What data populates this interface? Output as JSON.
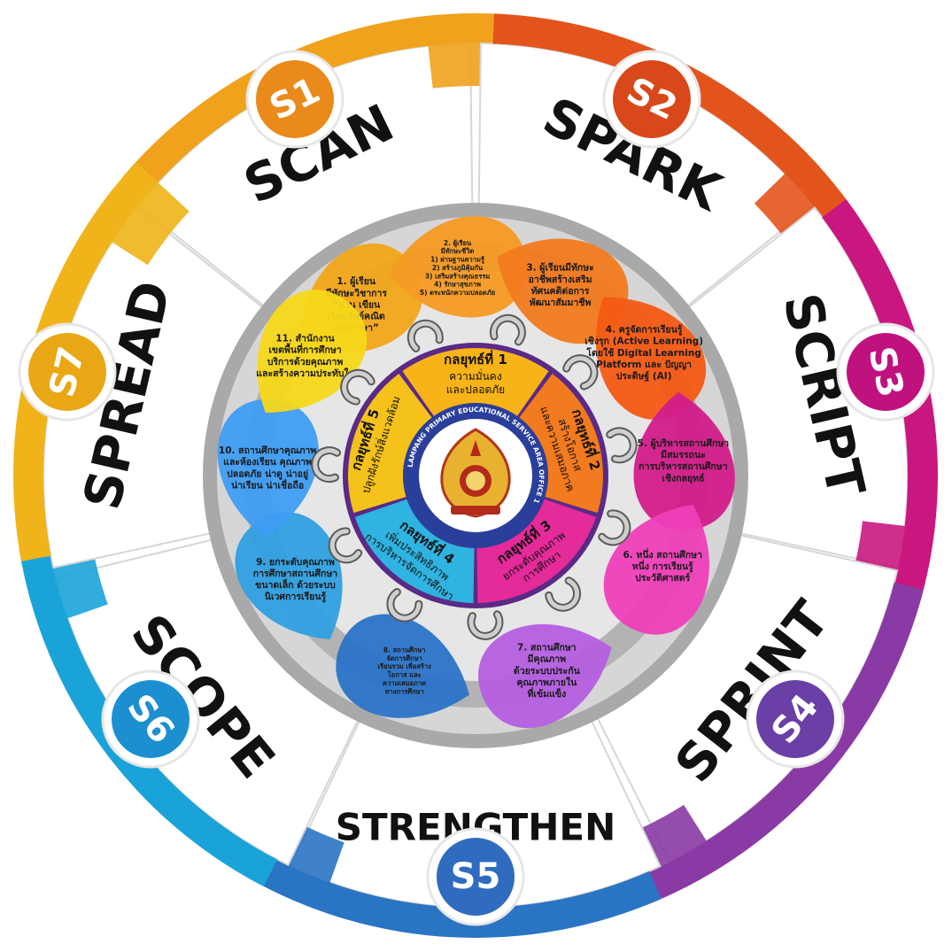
{
  "stages": [
    {
      "code": "S1",
      "word": "SCAN",
      "color": "#f0a21c",
      "badge": "#ea8a1a"
    },
    {
      "code": "S2",
      "word": "SPARK",
      "color": "#e3541c",
      "badge": "#d9481a"
    },
    {
      "code": "S3",
      "word": "SCRIPT",
      "color": "#c9177f",
      "badge": "#c0127e"
    },
    {
      "code": "S4",
      "word": "SPRINT",
      "color": "#8a3aa4",
      "badge": "#6a3fa6"
    },
    {
      "code": "S5",
      "word": "STRENGTHEN",
      "color": "#2a74c4",
      "badge": "#2f6bbf"
    },
    {
      "code": "S6",
      "word": "SCOPE",
      "color": "#1aa3d9",
      "badge": "#1b8fd0"
    },
    {
      "code": "S7",
      "word": "SPREAD",
      "color": "#f0b41a",
      "badge": "#e9a716"
    }
  ],
  "strategies": [
    {
      "title": "กลยุทธ์ที่ 1",
      "sub": [
        "ความมั่นคง",
        "และปลอดภัย"
      ],
      "color": "#f7b317"
    },
    {
      "title": "กลยุทธ์ที่ 2",
      "sub": [
        "สร้างโอกาส",
        "และความเสมอภาค"
      ],
      "color": "#f27a1f"
    },
    {
      "title": "กลยุทธ์ที่ 3",
      "sub": [
        "ยกระดับคุณภาพ",
        "การศึกษา"
      ],
      "color": "#e52a9a"
    },
    {
      "title": "กลยุทธ์ที่ 4",
      "sub": [
        "เพิ่มประสิทธิภาพ",
        "การบริหารจัดการศึกษา"
      ],
      "color": "#2fb3e0"
    },
    {
      "title": "กลยุทธ์ที่ 5",
      "sub": [
        "ปลูกฝังรักษ์สิ่งแวดล้อม"
      ],
      "color": "#f5c21c"
    }
  ],
  "ring_text": "LAMPANG PRIMARY EDUCATIONAL SERVICE AREA OFFICE 1",
  "goals": [
    {
      "lines": [
        "1.  ผู้เรียน",
        "มีทักษะวิชาการ",
        "“อ่าน เขียน",
        "เรียนวิทย์คณิต",
        "และภาษา”"
      ],
      "color": "#f2a71a"
    },
    {
      "lines": [
        "2. ผู้เรียน",
        "มีทักษะชีวิต",
        "1) ผ่านฐานความรู้",
        "2) สร้างภูมิคุ้มกัน",
        "3) เสริมสร้างคุณธรรม",
        "4) รักษาสุขภาพ",
        "5) ตระหนักความปลอดภัย"
      ],
      "color": "#f59a24"
    },
    {
      "lines": [
        "3.  ผู้เรียนมีทักษะ",
        "อาชีพสร้างเสริม",
        "ทัศนคติต่อการ",
        "พัฒนาสัมมาชีพ"
      ],
      "color": "#f27a1f"
    },
    {
      "lines": [
        "4.  ครูจัดการเรียนรู้",
        "เชิงรุก (Active Learning)",
        "โดยใช้ Digital Learning",
        "Platform และ ปัญญา",
        "ประดิษฐ์ (AI)"
      ],
      "color": "#f45a14"
    },
    {
      "lines": [
        "5.  ผู้บริหารสถานศึกษา",
        "มีสมรรถนะ",
        "การบริหารสถานศึกษา",
        "เชิงกลยุทธ์"
      ],
      "color": "#d21c8a"
    },
    {
      "lines": [
        "6.  หนึ่ง สถานศึกษา",
        "หนึ่ง การเรียนรู้",
        "ประวัติศาสตร์"
      ],
      "color": "#ef3fb9"
    },
    {
      "lines": [
        "7.  สถานศึกษา",
        "มีคุณภาพ",
        "ด้วยระบบประกัน",
        "คุณภาพภายใน",
        "ที่เข้มแข็ง"
      ],
      "color": "#b55ee0"
    },
    {
      "lines": [
        "8.  สถานศึกษา",
        "จัดการศึกษา",
        "เรียนรวม เพื่อสร้าง",
        "โอกาส และ",
        "ความเสมอภาค",
        "ทางการศึกษา"
      ],
      "color": "#2b74c8"
    },
    {
      "lines": [
        "9.  ยกระดับคุณภาพ",
        "การศึกษาสถานศึกษา",
        "ขนาดเล็ก ด้วยระบบ",
        "นิเวศการเรียนรู้"
      ],
      "color": "#2fa0e0"
    },
    {
      "lines": [
        "10.  สถานศึกษาคุณภาพ",
        "และห้องเรียน คุณภาพ",
        "ปลอดภัย น่าดู น่าอยู่",
        "น่าเรียน น่าเชื่อถือ"
      ],
      "color": "#3f9df2"
    },
    {
      "lines": [
        "11.  สำนักงาน",
        "เขตพื้นที่การศึกษา",
        "บริการด้วยคุณภาพ",
        "และสร้างความประทับใจ"
      ],
      "color": "#f5d81a"
    }
  ]
}
